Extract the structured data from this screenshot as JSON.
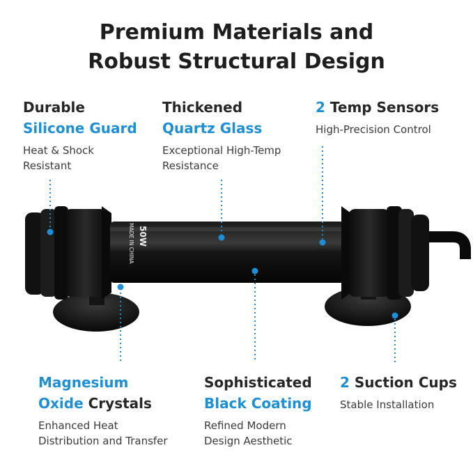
{
  "title": {
    "line1": "Premium Materials and",
    "line2": "Robust Structural Design"
  },
  "features": {
    "silicone": {
      "line1": "Durable",
      "line2": "Silicone Guard",
      "sub1": "Heat & Shock",
      "sub2": "Resistant"
    },
    "quartz": {
      "line1": "Thickened",
      "line2": "Quartz Glass",
      "sub1": "Exceptional High-Temp",
      "sub2": "Resistance"
    },
    "sensors": {
      "num": "2",
      "text": "Temp Sensors",
      "sub1": "High-Precision Control"
    },
    "magnesium": {
      "line1": "Magnesium",
      "line2_blue": "Oxide",
      "line2_dark": "Crystals",
      "sub1": "Enhanced Heat",
      "sub2": "Distribution and Transfer"
    },
    "coating": {
      "line1": "Sophisticated",
      "line2": "Black Coating",
      "sub1": "Refined Modern",
      "sub2": "Design Aesthetic"
    },
    "suction": {
      "num": "2",
      "text": "Suction Cups",
      "sub1": "Stable Installation"
    }
  },
  "product": {
    "wattage": "50W",
    "origin": "MADE IN CHINA"
  },
  "colors": {
    "accent": "#1d8fd6",
    "heater": "#0e0e0e"
  }
}
